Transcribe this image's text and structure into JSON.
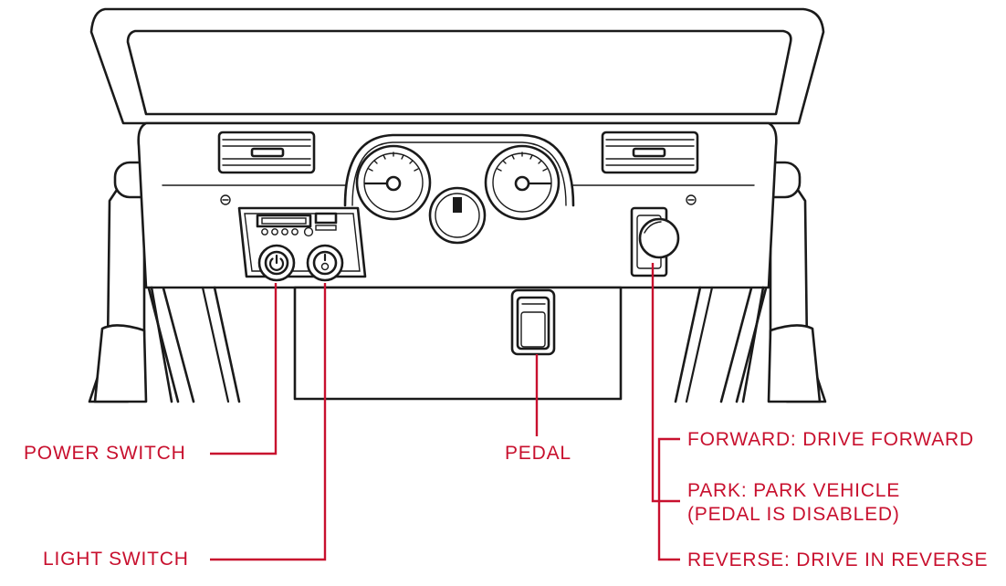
{
  "labels": {
    "power_switch": "POWER SWITCH",
    "light_switch": "LIGHT SWITCH",
    "pedal": "PEDAL",
    "forward": "FORWARD: DRIVE FORWARD",
    "park_line1": "PARK: PARK VEHICLE",
    "park_line2": "(PEDAL IS DISABLED)",
    "reverse": "REVERSE: DRIVE IN REVERSE"
  },
  "colors": {
    "callout": "#c8102e",
    "outline": "#1a1a1a",
    "background": "#ffffff"
  },
  "icons": [
    "power-icon",
    "light-toggle-icon",
    "gauge-icon",
    "gear-shifter-icon"
  ]
}
